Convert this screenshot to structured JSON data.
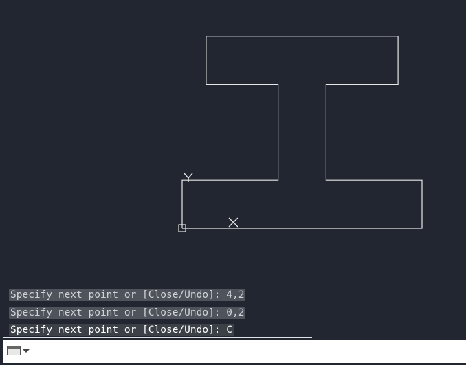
{
  "canvas": {
    "background": "#212630",
    "stroke_color": "#e6e6e6",
    "shape": {
      "name": "I-beam-polyline",
      "points": [
        [
          0,
          0
        ],
        [
          0,
          2
        ],
        [
          4,
          2
        ],
        [
          4,
          6
        ],
        [
          1,
          6
        ],
        [
          1,
          8
        ],
        [
          9,
          8
        ],
        [
          9,
          6
        ],
        [
          6,
          6
        ],
        [
          6,
          2
        ],
        [
          10,
          2
        ],
        [
          10,
          0
        ]
      ],
      "closed": true
    },
    "ucs": {
      "y_label": "Y",
      "x_label": "X",
      "origin_marker": "square"
    }
  },
  "history": [
    {
      "text": "Specify next point or [Close/Undo]: 4,2",
      "state": "old"
    },
    {
      "text": "Specify next point or [Close/Undo]: 0,2",
      "state": "old"
    },
    {
      "text": "Specify next point or [Close/Undo]: C",
      "state": "current"
    }
  ],
  "command_line": {
    "icon": "command-prompt-icon",
    "dropdown_icon": "chevron-down-icon",
    "value": "",
    "placeholder": ""
  }
}
